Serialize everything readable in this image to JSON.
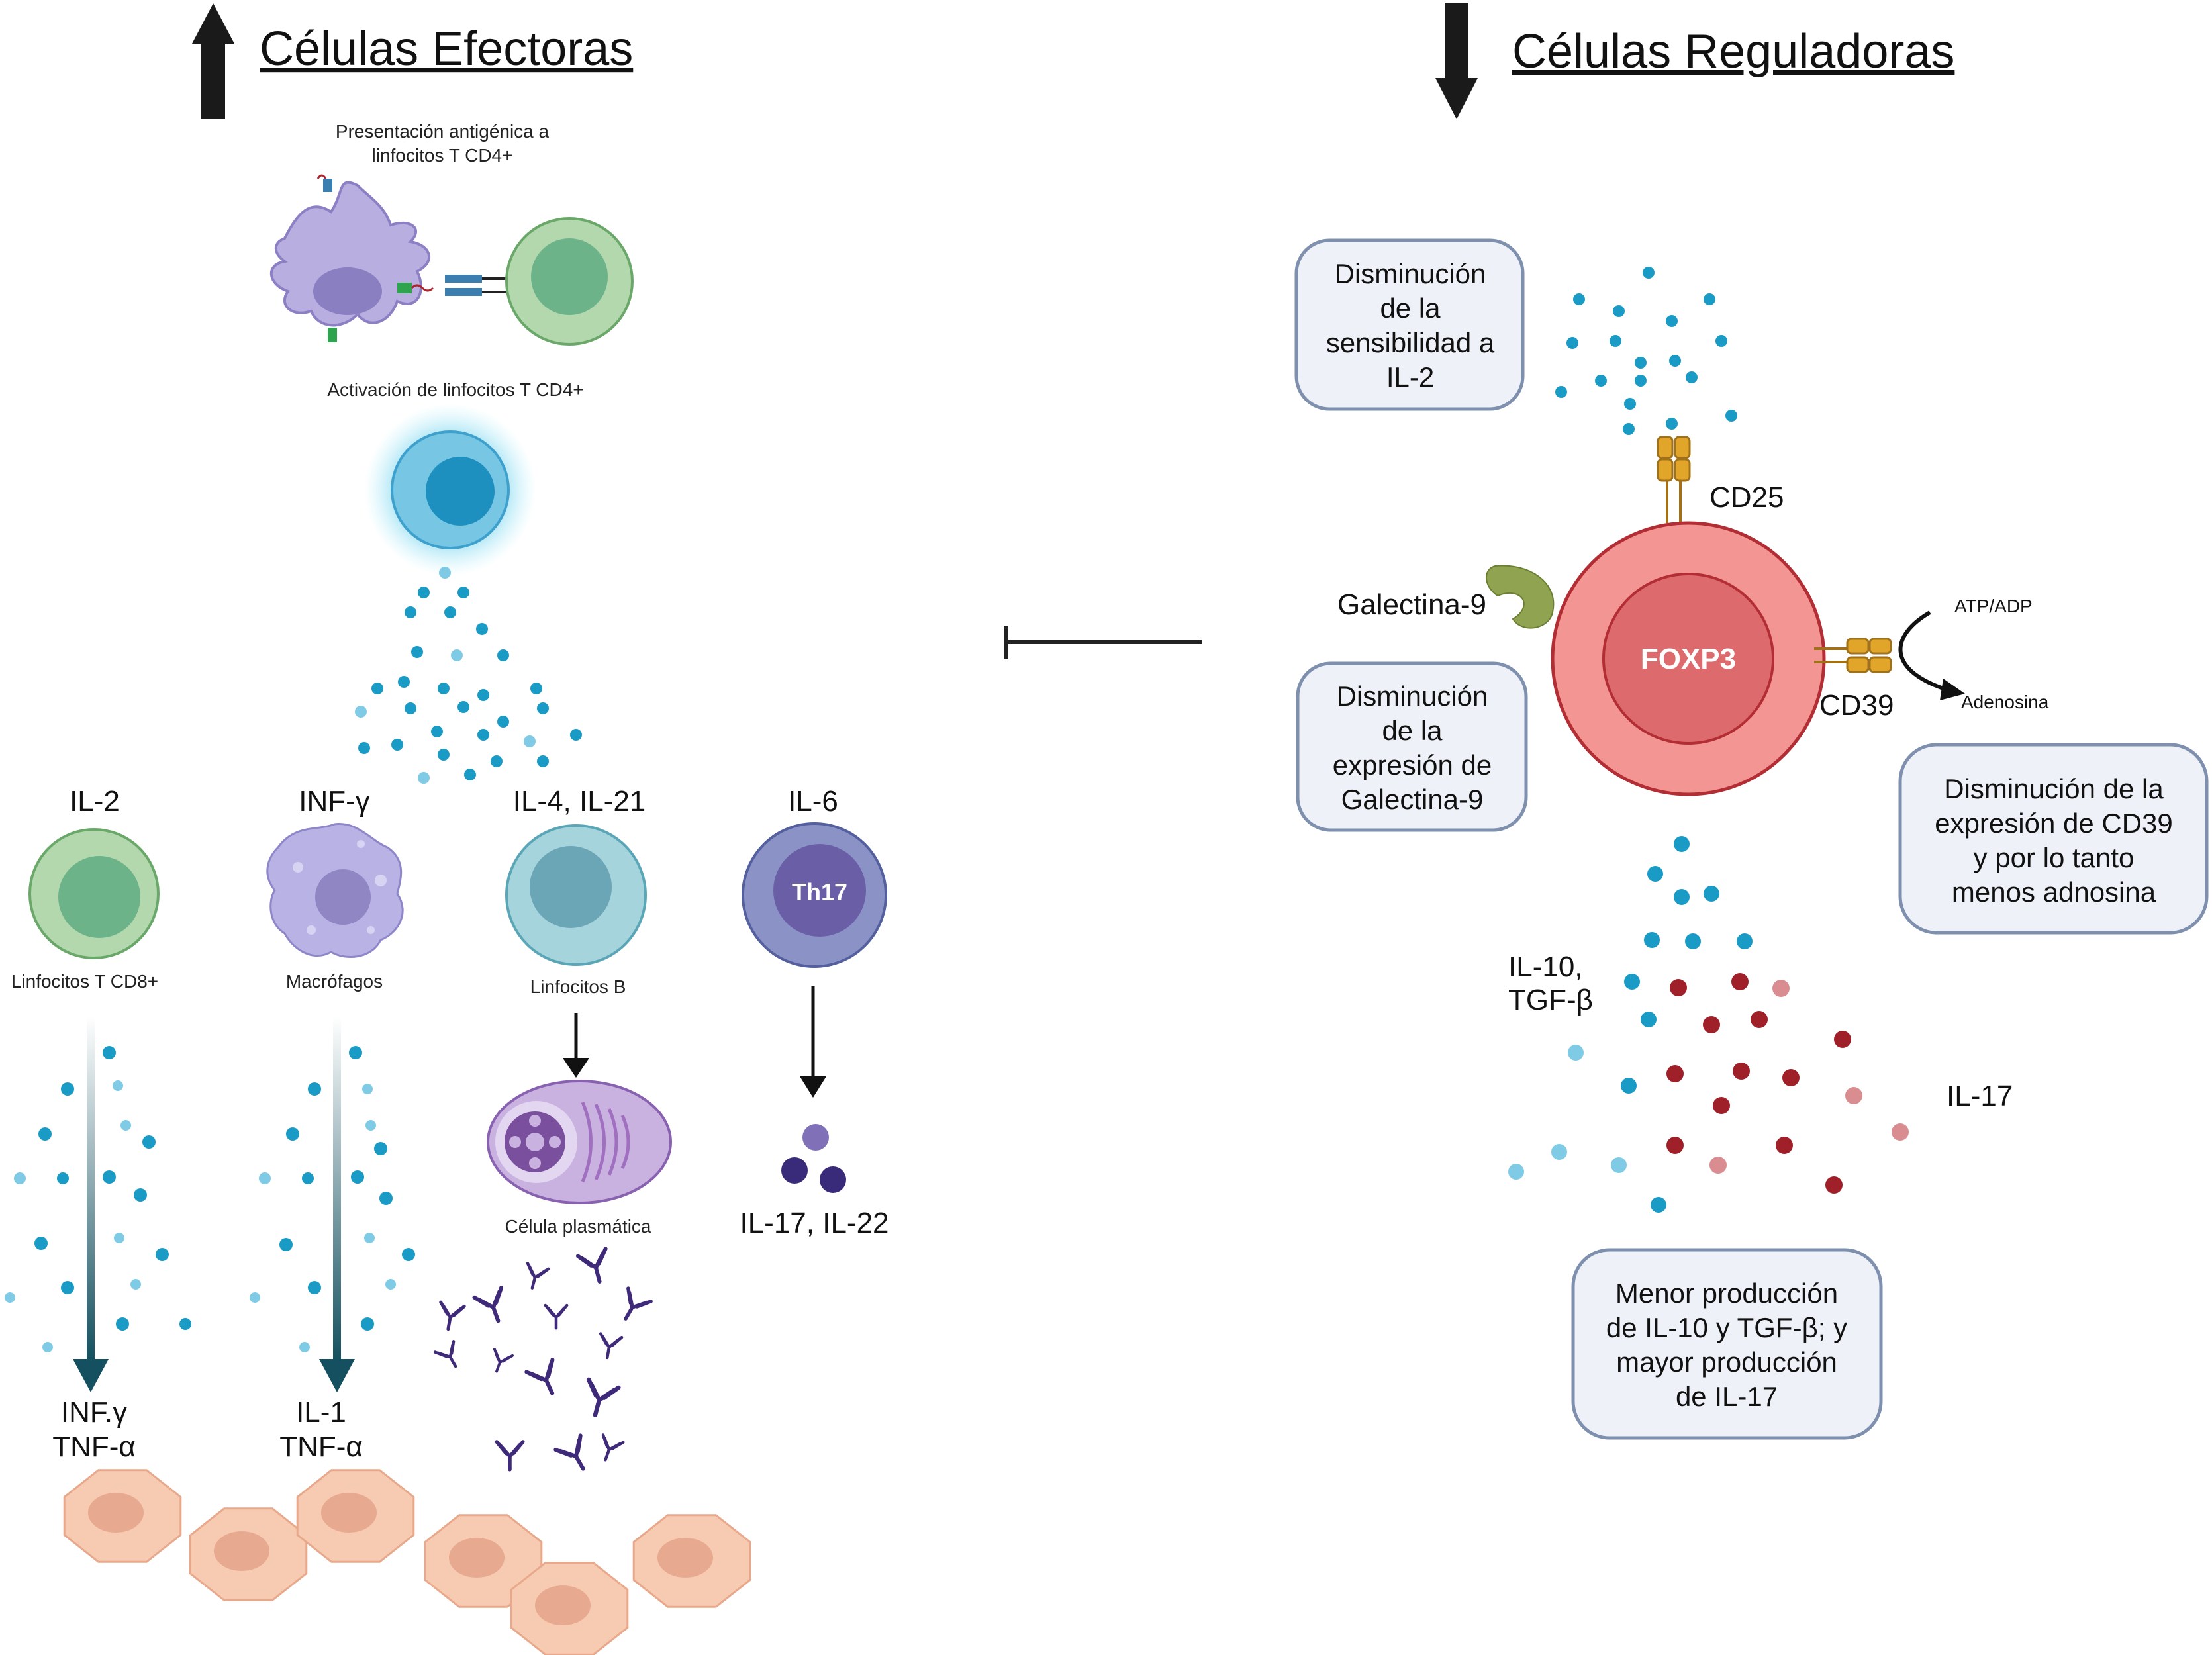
{
  "header": {
    "left_title": "Células Efectoras",
    "right_title": "Células Reguladoras"
  },
  "effector": {
    "antigen_label_line1": "Presentación antigénica a",
    "antigen_label_line2": "linfocitos T CD4+",
    "activation_label": "Activación de linfocitos T CD4+",
    "cytokines": {
      "il2": "IL-2",
      "infg": "INF-γ",
      "il4_il21": "IL-4, IL-21",
      "il6": "IL-6"
    },
    "cells": {
      "cd8": "Linfocitos T CD8+",
      "macrophage": "Macrófagos",
      "bcell": "Linfocitos B",
      "th17": "Th17",
      "plasma": "Célula plasmática"
    },
    "outputs": {
      "cd8_line1": "INF.γ",
      "cd8_line2": "TNF-α",
      "mac_line1": "IL-1",
      "mac_line2": "TNF-α",
      "th17": "IL-17, IL-22"
    }
  },
  "regulatory": {
    "box_il2": [
      "Disminución",
      "de la",
      "sensibilidad a",
      "IL-2"
    ],
    "box_galectin": [
      "Disminución",
      "de la",
      "expresión de",
      "Galectina-9"
    ],
    "box_cd39": [
      "Disminución de la",
      "expresión  de CD39",
      "y por lo tanto",
      "menos adnosina"
    ],
    "box_production": [
      "Menor producción",
      "de IL-10 y TGF-β; y",
      "mayor producción",
      "de IL-17"
    ],
    "foxp3": "FOXP3",
    "cd25": "CD25",
    "cd39": "CD39",
    "galectina": "Galectina-9",
    "atp": "ATP/ADP",
    "adenosina": "Adenosina",
    "il10_line1": "IL-10,",
    "il10_line2": "TGF-β",
    "il17": "IL-17"
  },
  "colors": {
    "effector_dot": "#1a9bc6",
    "light_dot": "#7fcbe6",
    "il17_dark": "#a0202a",
    "il17_light": "#d98d91",
    "treg_outer": "#f29593",
    "treg_inner": "#dd6b6d",
    "box_fill": "#eef2f8",
    "box_stroke": "#7f8fae",
    "arrow_dark": "#14505f",
    "antibody": "#3f2a7a"
  }
}
